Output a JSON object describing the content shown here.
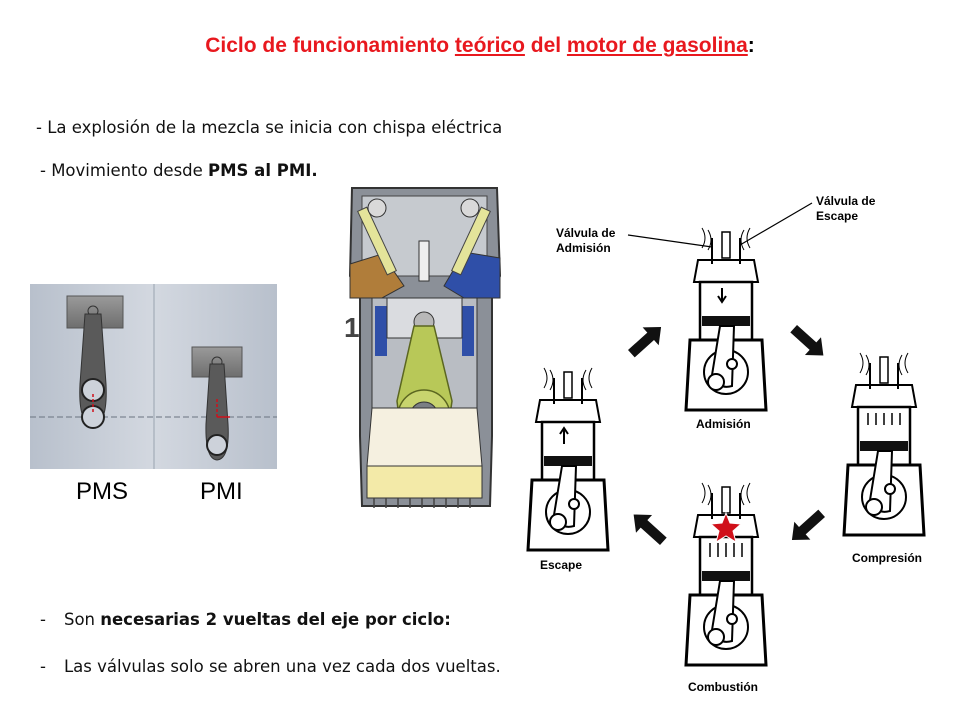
{
  "title": {
    "part1": "Ciclo de funcionamiento ",
    "part2": "teórico",
    "part3": " del ",
    "part4": "motor de gasolina",
    "part5": ":"
  },
  "bullets": {
    "b1": "- La explosión de la mezcla se inicia con chispa eléctrica",
    "b2_prefix": "- Movimiento desde ",
    "b2_bold": "PMS al PMI.",
    "b3_dash": "-",
    "b3_prefix": "Son ",
    "b3_bold": "necesarias 2 vueltas del eje por ciclo:",
    "b4_dash": "-",
    "b4_text": "Las válvulas solo se abren una vez cada dos vueltas."
  },
  "piston_panel": {
    "pms_label": "PMS",
    "pmi_label": "PMI"
  },
  "engine_cutaway": {
    "number": "1"
  },
  "cycle_diagram": {
    "valve_intake_label_line1": "Válvula de",
    "valve_intake_label_line2": "Admisión",
    "valve_exhaust_label_line1": "Válvula de",
    "valve_exhaust_label_line2": "Escape",
    "stages": [
      "Admisión",
      "Compresión",
      "Combustión",
      "Escape"
    ]
  },
  "colors": {
    "title_red": "#e8181e",
    "spark_red": "#d0101a",
    "panel_blue_gray": "#c5ccd6"
  }
}
